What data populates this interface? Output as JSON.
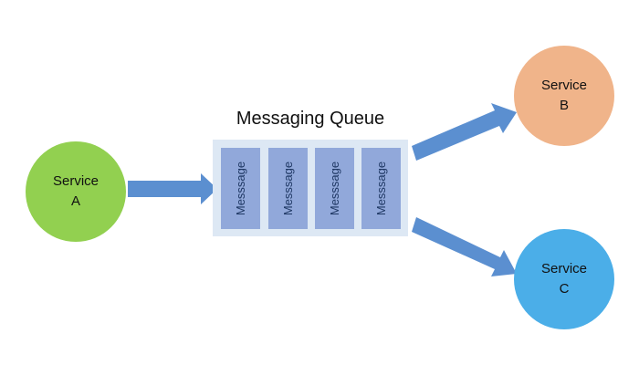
{
  "queue": {
    "title": "Messaging Queue",
    "messages": [
      {
        "label": "Messsage"
      },
      {
        "label": "Messsage"
      },
      {
        "label": "Messsage"
      },
      {
        "label": "Messsage"
      }
    ]
  },
  "services": {
    "a": {
      "line1": "Service",
      "line2": "A",
      "color": "#92d050"
    },
    "b": {
      "line1": "Service",
      "line2": "B",
      "color": "#f0b48a"
    },
    "c": {
      "line1": "Service",
      "line2": "C",
      "color": "#4baee8"
    }
  },
  "colors": {
    "arrow": "#5b8fd0",
    "queue_bg": "#dde8f4",
    "message_bg": "#91a8da",
    "message_text": "#1f3864"
  },
  "edges": [
    {
      "from": "Service A",
      "to": "Messaging Queue"
    },
    {
      "from": "Messaging Queue",
      "to": "Service B"
    },
    {
      "from": "Messaging Queue",
      "to": "Service C"
    }
  ]
}
